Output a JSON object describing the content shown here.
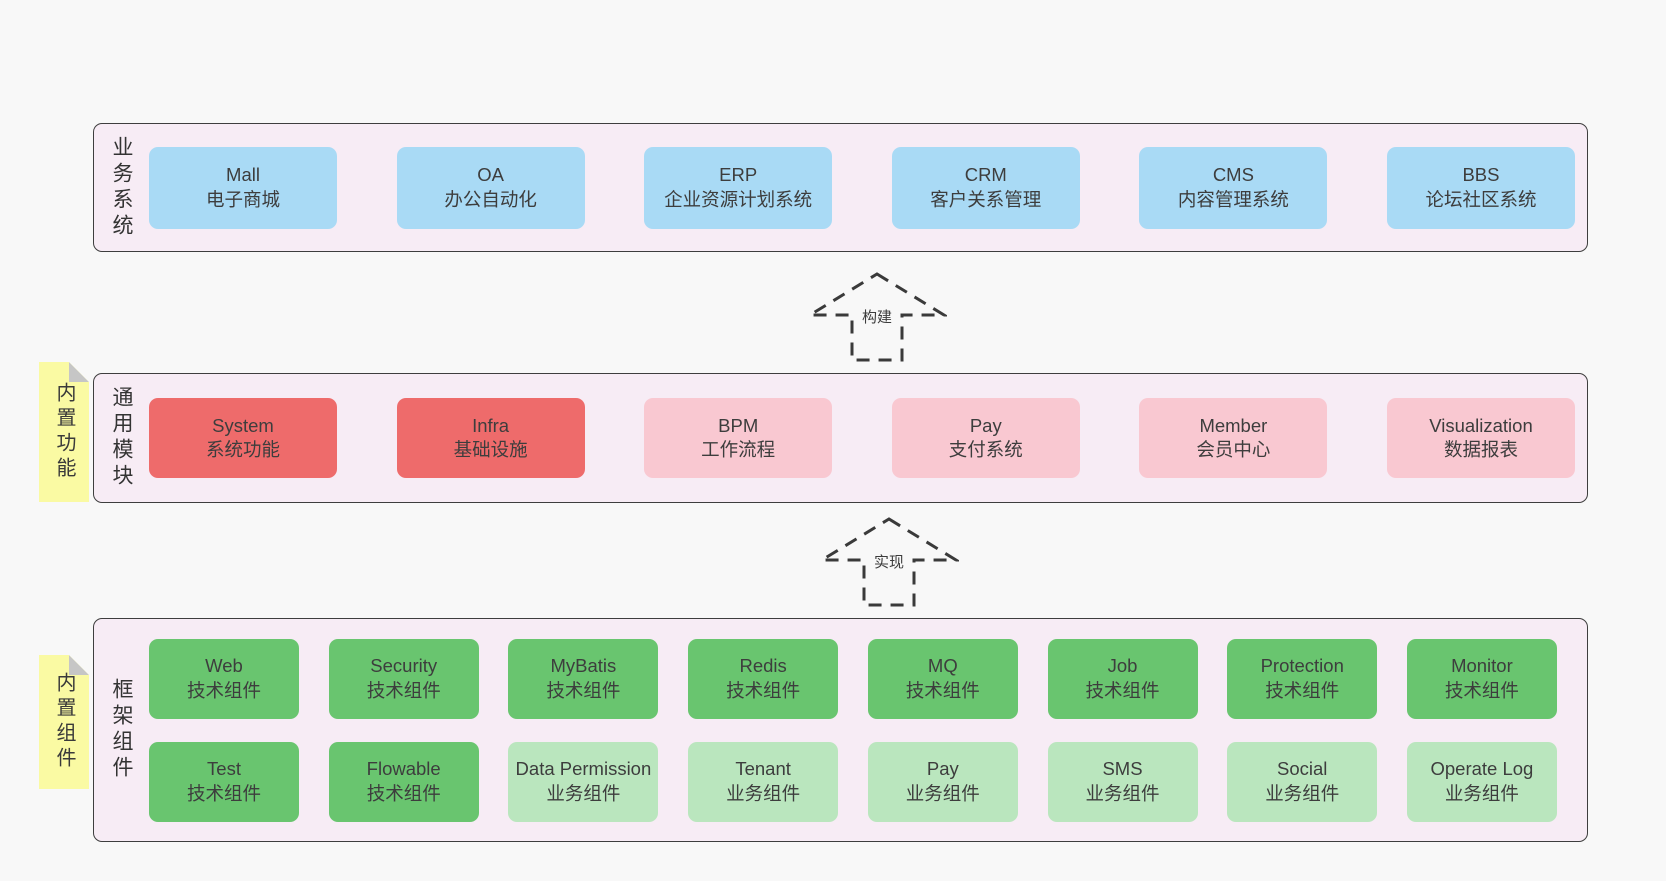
{
  "diagram": {
    "arrows": [
      {
        "label": "构建"
      },
      {
        "label": "实现"
      }
    ],
    "sections": {
      "business": {
        "side_label": "业务系统",
        "items": [
          {
            "en": "Mall",
            "zh": "电子商城",
            "variant": "blue"
          },
          {
            "en": "OA",
            "zh": "办公自动化",
            "variant": "blue"
          },
          {
            "en": "ERP",
            "zh": "企业资源计划系统",
            "variant": "blue"
          },
          {
            "en": "CRM",
            "zh": "客户关系管理",
            "variant": "blue"
          },
          {
            "en": "CMS",
            "zh": "内容管理系统",
            "variant": "blue"
          },
          {
            "en": "BBS",
            "zh": "论坛社区系统",
            "variant": "blue"
          }
        ]
      },
      "modules": {
        "side_label": "通用模块",
        "sticky_label": "内置功能",
        "items": [
          {
            "en": "System",
            "zh": "系统功能",
            "variant": "red"
          },
          {
            "en": "Infra",
            "zh": "基础设施",
            "variant": "red"
          },
          {
            "en": "BPM",
            "zh": "工作流程",
            "variant": "pink"
          },
          {
            "en": "Pay",
            "zh": "支付系统",
            "variant": "pink"
          },
          {
            "en": "Member",
            "zh": "会员中心",
            "variant": "pink"
          },
          {
            "en": "Visualization",
            "zh": "数据报表",
            "variant": "pink"
          }
        ]
      },
      "components": {
        "side_label": "框架组件",
        "sticky_label": "内置组件",
        "rows": [
          [
            {
              "en": "Web",
              "zh": "技术组件",
              "variant": "green-dark"
            },
            {
              "en": "Security",
              "zh": "技术组件",
              "variant": "green-dark"
            },
            {
              "en": "MyBatis",
              "zh": "技术组件",
              "variant": "green-dark"
            },
            {
              "en": "Redis",
              "zh": "技术组件",
              "variant": "green-dark"
            },
            {
              "en": "MQ",
              "zh": "技术组件",
              "variant": "green-dark"
            },
            {
              "en": "Job",
              "zh": "技术组件",
              "variant": "green-dark"
            },
            {
              "en": "Protection",
              "zh": "技术组件",
              "variant": "green-dark"
            },
            {
              "en": "Monitor",
              "zh": "技术组件",
              "variant": "green-dark"
            }
          ],
          [
            {
              "en": "Test",
              "zh": "技术组件",
              "variant": "green-dark"
            },
            {
              "en": "Flowable",
              "zh": "技术组件",
              "variant": "green-dark"
            },
            {
              "en": "Data Permission",
              "zh": "业务组件",
              "variant": "green-light"
            },
            {
              "en": "Tenant",
              "zh": "业务组件",
              "variant": "green-light"
            },
            {
              "en": "Pay",
              "zh": "业务组件",
              "variant": "green-light"
            },
            {
              "en": "SMS",
              "zh": "业务组件",
              "variant": "green-light"
            },
            {
              "en": "Social",
              "zh": "业务组件",
              "variant": "green-light"
            },
            {
              "en": "Operate Log",
              "zh": "业务组件",
              "variant": "green-light"
            }
          ]
        ]
      }
    },
    "colors": {
      "page_background": "#f8f8f8",
      "panel_background": "#f7ecf5",
      "panel_border": "#3e3e3e",
      "business_box": "#a9daf5",
      "core_module_box": "#ee6b6b",
      "optional_module_box": "#f9c8d1",
      "tech_component_box": "#69c56f",
      "biz_component_box": "#bae6be",
      "sticky_note": "#fafaa3",
      "sticky_fold": "#c6c6c6",
      "text": "#3d3d3d"
    }
  }
}
